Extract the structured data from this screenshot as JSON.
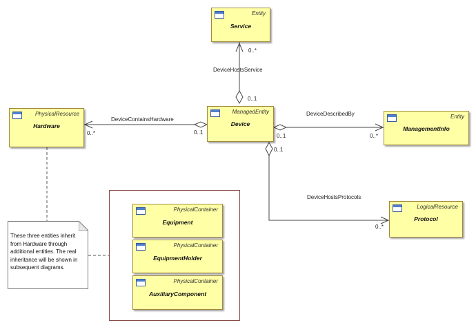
{
  "classes": {
    "service": {
      "stereotype": "Entity",
      "name": "Service"
    },
    "hardware": {
      "stereotype": "PhysicalResource",
      "name": "Hardware"
    },
    "device": {
      "stereotype": "ManagedEntity",
      "name": "Device"
    },
    "management_info": {
      "stereotype": "Entity",
      "name": "ManagementInfo"
    },
    "protocol": {
      "stereotype": "LogicalResource",
      "name": "Protocol"
    },
    "equipment": {
      "stereotype": "PhysicalContainer",
      "name": "Equipment"
    },
    "equipment_holder": {
      "stereotype": "PhysicalContainer",
      "name": "EquipmentHolder"
    },
    "auxiliary_component": {
      "stereotype": "PhysicalContainer",
      "name": "AuxiliaryComponent"
    }
  },
  "associations": {
    "hosts_service": {
      "name": "DeviceHostsService",
      "source_mult": "0..1",
      "target_mult": "0..*"
    },
    "contains_hardware": {
      "name": "DeviceContainsHardware",
      "source_mult": "0..1",
      "target_mult": "0..*"
    },
    "described_by": {
      "name": "DeviceDescribedBy",
      "source_mult": "0..1",
      "target_mult": "0..*"
    },
    "hosts_protocols": {
      "name": "DeviceHostsProtocols",
      "source_mult": "0..1",
      "target_mult": "0..*"
    }
  },
  "note": {
    "text": "These three entities inherit from Hardware through additional entities.   The real inheritance will be shown in subsequent diagrams."
  },
  "colors": {
    "class_fill": "#ffffa6",
    "class_border": "#a08a3c",
    "line": "#444444",
    "group_border": "#8b4a4a"
  }
}
